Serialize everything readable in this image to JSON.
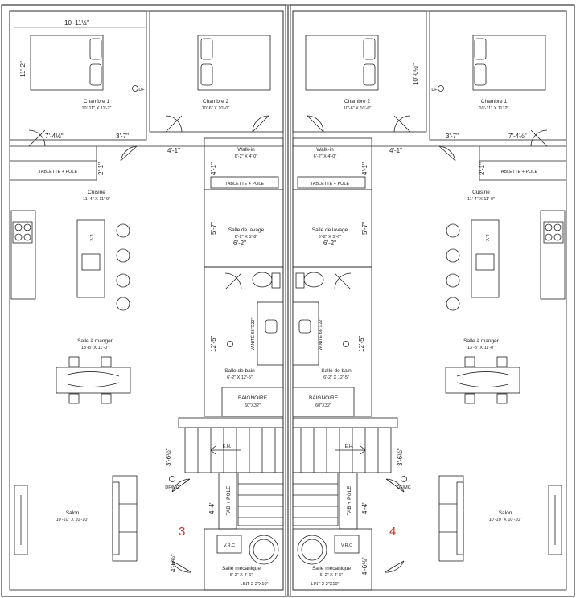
{
  "dims": {
    "top_width": "10'-11½\"",
    "left_bed_h": "11'-2\"",
    "right_bed_h": "10'-0½\"",
    "closet_l": "7'-4½\"",
    "closet_r": "7'-4½\"",
    "hall_l": "3'-7\"",
    "hall_r": "3'-7\"",
    "corr_l": "4'-1\"",
    "corr_r": "4'-1\"",
    "walkin_l": "4'-1\"",
    "walkin_r": "4'-1\"",
    "shelf_l": "2'-1\"",
    "shelf_r": "2'-1\"",
    "laundry_h_l": "5'-7\"",
    "laundry_h_r": "5'-7\"",
    "laundry_w_l": "6'-2\"",
    "laundry_w_r": "6'-2\"",
    "bath_h_l": "12'-5\"",
    "bath_h_r": "12'-5\"",
    "stair_l": "3'-6½\"",
    "stair_r": "3'-6½\"",
    "tab_h_l": "4'-4\"",
    "tab_h_r": "4'-4\"",
    "mech_l": "4'-6⅝\"",
    "mech_r": "4'-6⅝\""
  },
  "rooms": {
    "bed1_l": {
      "name": "Chambre 1",
      "size": "10'-11\" X 11'-2\""
    },
    "bed2_l": {
      "name": "Chambre 2",
      "size": "10'-6\" X 10'-0\""
    },
    "bed2_r": {
      "name": "Chambre 2",
      "size": "10'-6\" X 10'-0\""
    },
    "bed1_r": {
      "name": "Chambre 1",
      "size": "10'-11\" X 11'-2\""
    },
    "walkin_l": {
      "name": "Walk-in",
      "size": "6'-2\" X 4'-0\""
    },
    "walkin_r": {
      "name": "Walk-in",
      "size": "6'-2\" X 4'-0\""
    },
    "kitchen_l": {
      "name": "Cuisine",
      "size": "11'-4\" X 11'-0\""
    },
    "kitchen_r": {
      "name": "Cuisine",
      "size": "11'-4\" X 11'-0\""
    },
    "laundry_l": {
      "name": "Salle de lavage",
      "size": "6'-2\" X 5'-6\""
    },
    "laundry_r": {
      "name": "Salle de lavage",
      "size": "6'-2\" X 5'-6\""
    },
    "dining_l": {
      "name": "Salle à manger",
      "size": "13'-8\" X 11'-0\""
    },
    "dining_r": {
      "name": "Salle à manger",
      "size": "13'-8\" X 11'-0\""
    },
    "bath_l": {
      "name": "Salle de bain",
      "size": "6'-2\" X 12'-5\""
    },
    "bath_r": {
      "name": "Salle de bain",
      "size": "6'-2\" X 12'-5\""
    },
    "living_l": {
      "name": "Salon",
      "size": "10'-10\" X 10'-10\""
    },
    "living_r": {
      "name": "Salon",
      "size": "10'-10\" X 10'-10\""
    },
    "mech_l": {
      "name": "Salle mécanique",
      "size": "6'-2\" X 4'-6\""
    },
    "mech_r": {
      "name": "Salle mécanique",
      "size": "6'-2\" X 4'-6\""
    }
  },
  "labels": {
    "shelf_pole": "TABLETTE + POLE",
    "tab_pole": "TAB + POLE",
    "lv": "L.V.",
    "vanity": "VANITÉ 66\"X22\"",
    "tub": "BAIGNOIRE",
    "tub_size": "60\"X32\"",
    "vrc": "V.R.C",
    "lint": "LINT 2-2\"X10\"",
    "df": "DF",
    "dfmc": "DF/MC",
    "eh": "E.H."
  },
  "units": {
    "left": "3",
    "right": "4"
  },
  "colors": {
    "unit_number": "#c0392b",
    "party_wall": "#8a8a8a"
  }
}
